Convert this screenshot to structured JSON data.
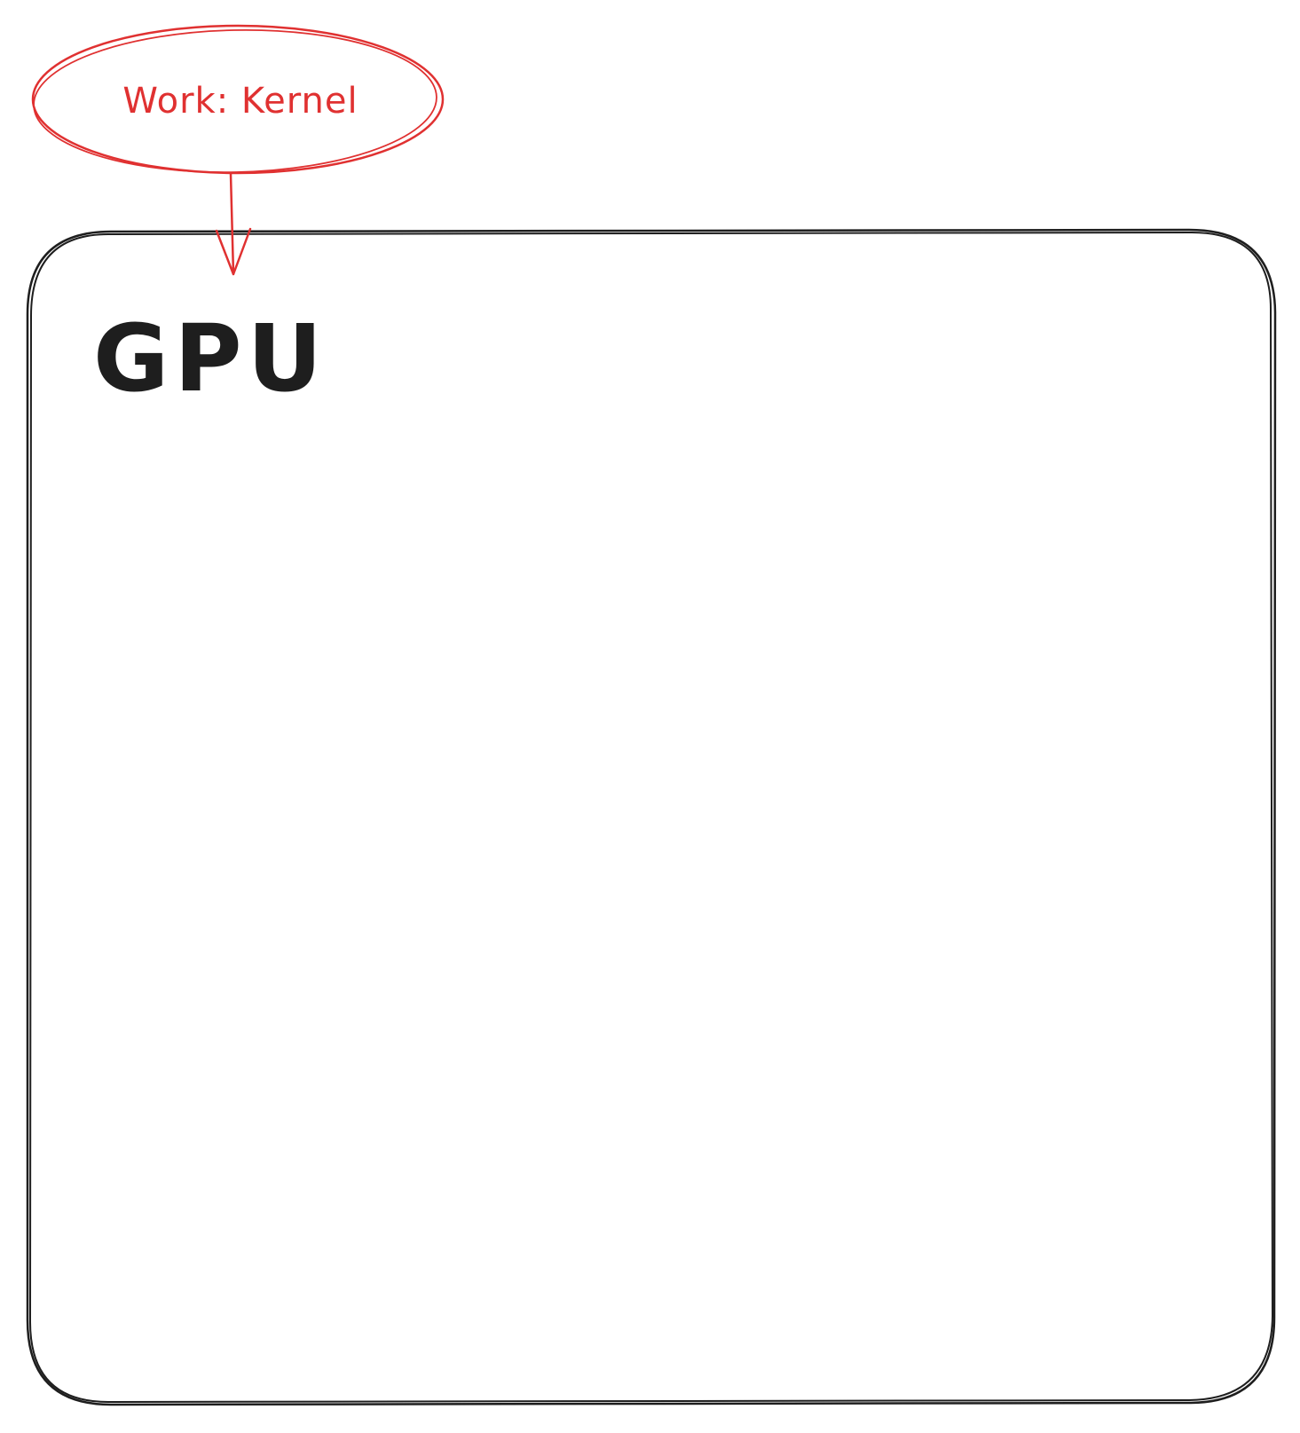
{
  "diagram": {
    "work_node": {
      "label": "Work: Kernel",
      "color": "#e03131"
    },
    "gpu_node": {
      "label": "GPU",
      "color": "#1e1e1e"
    },
    "edges": [
      {
        "from": "work_node",
        "to": "gpu_node",
        "color": "#e03131"
      }
    ]
  }
}
